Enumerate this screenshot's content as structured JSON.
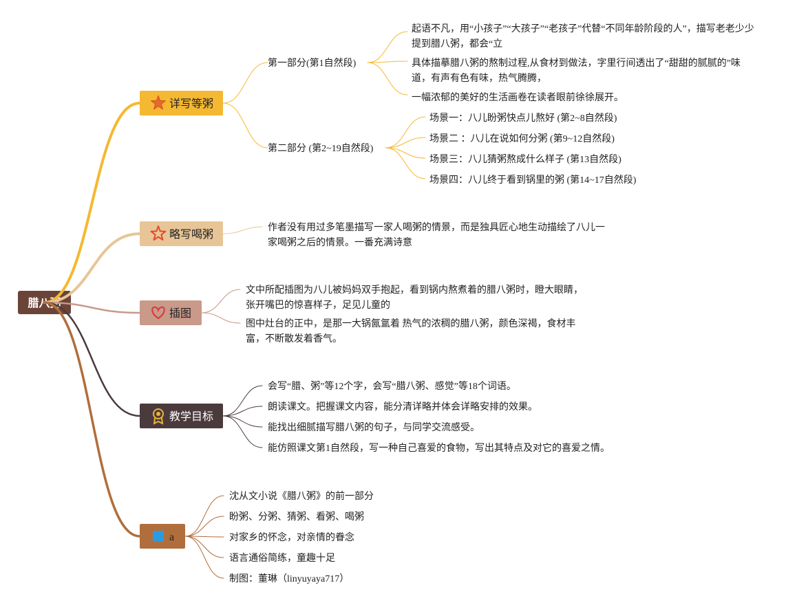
{
  "root": {
    "label": "腊八粥",
    "color": "#6b4438"
  },
  "branches": [
    {
      "label": "详写等粥",
      "icon": "star-solid-icon",
      "color": "#f5b832",
      "text_color": "#222222",
      "children": [
        {
          "label": "第一部分(第1自然段)",
          "children": [
            {
              "lines": [
                "起语不凡，用“小孩子”“大孩子”“老孩子”代替“不同年龄阶段的人”，描写老老少少",
                "提到腊八粥，都会“立"
              ]
            },
            {
              "lines": [
                "具体描摹腊八粥的熬制过程,从食材到做法，字里行间透出了“甜甜的腻腻的”味",
                "道，有声有色有味，热气腾腾，"
              ]
            },
            {
              "lines": [
                "一幅浓郁的美好的生活画卷在读者眼前徐徐展开。"
              ]
            }
          ]
        },
        {
          "label": "第二部分 (第2~19自然段)",
          "children": [
            {
              "lines": [
                "场景一：八儿盼粥快点儿熬好 (第2~8自然段)"
              ]
            },
            {
              "lines": [
                "场景二 ：八儿在说如何分粥 (第9~12自然段)"
              ]
            },
            {
              "lines": [
                "场景三：八儿猜粥熬成什么样子 (第13自然段)"
              ]
            },
            {
              "lines": [
                "场景四：八儿终于看到锅里的粥 (第14~17自然段)"
              ]
            }
          ]
        }
      ]
    },
    {
      "label": "略写喝粥",
      "icon": "star-outline-icon",
      "color": "#e8c596",
      "text_color": "#222222",
      "children": [
        {
          "lines": [
            "作者没有用过多笔墨描写一家人喝粥的情景，而是独具匠心地生动描绘了八儿一",
            "家喝粥之后的情景。一番充满诗意"
          ]
        }
      ]
    },
    {
      "label": "插图",
      "icon": "heart-icon",
      "color": "#c9998a",
      "text_color": "#222222",
      "children": [
        {
          "lines": [
            "文中所配插图为八儿被妈妈双手抱起，看到锅内熬煮着的腊八粥时，瞪大眼睛，",
            "张开嘴巴的惊喜样子，足见儿童的"
          ]
        },
        {
          "lines": [
            "图中灶台的正中，是那一大锅氤氲着 热气的浓稠的腊八粥，颜色深褐，食材丰",
            "富，不断散发着香气。"
          ]
        }
      ]
    },
    {
      "label": "教学目标",
      "icon": "medal-icon",
      "color": "#4a3a3c",
      "text_color": "#ffffff",
      "children": [
        {
          "lines": [
            "会写“腊、粥”等12个字，会写“腊八粥、感觉”等18个词语。"
          ]
        },
        {
          "lines": [
            "朗读课文。把握课文内容，能分清详略并体会详略安排的效果。"
          ]
        },
        {
          "lines": [
            "能找出细腻描写腊八粥的句子，与同学交流感受。"
          ]
        },
        {
          "lines": [
            "能仿照课文第1自然段，写一种自己喜爱的食物，写出其特点及对它的喜爱之情。"
          ]
        }
      ]
    },
    {
      "label": "a",
      "icon": "blue-square-icon",
      "color": "#b06e3c",
      "text_color": "#222222",
      "children": [
        {
          "lines": [
            "沈从文小说《腊八粥》的前一部分"
          ]
        },
        {
          "lines": [
            "盼粥、分粥、猜粥、看粥、喝粥"
          ]
        },
        {
          "lines": [
            "对家乡的怀念，对亲情的眷念"
          ]
        },
        {
          "lines": [
            "语言通俗简练，童趣十足"
          ]
        },
        {
          "lines": [
            "制图：董琳（linyuyaya717）"
          ]
        }
      ]
    }
  ]
}
